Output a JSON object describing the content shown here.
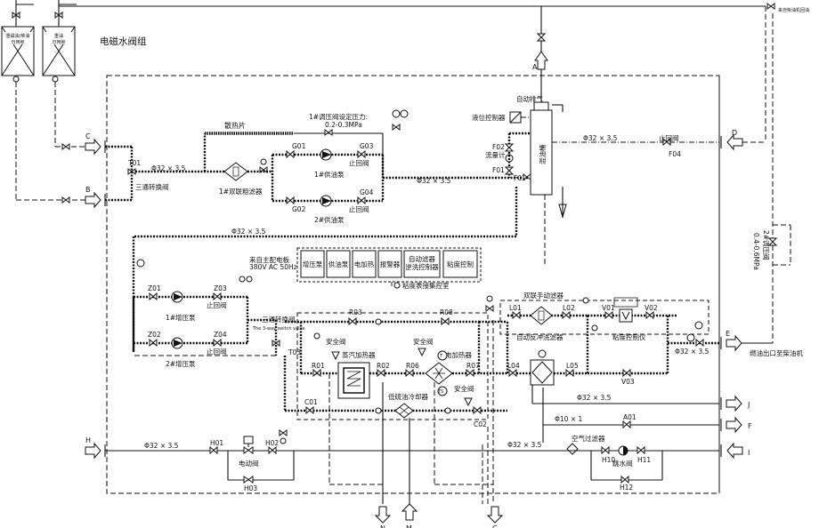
{
  "title": "电磁水阀组",
  "tanks": [
    {
      "label_1": "重磁油/柴油",
      "label_2": "日用舱"
    },
    {
      "label_1": "重油",
      "label_2": "日用舱"
    }
  ],
  "ports": {
    "A": "A",
    "B": "B",
    "C": "C",
    "D": "D",
    "E": "E",
    "F": "F",
    "G": "G",
    "H": "H",
    "I": "I",
    "J": "J",
    "M": "M",
    "N": "N"
  },
  "pipe_spec": "Φ32 × 3.5",
  "pipe_spec_small": "Φ10 × 1",
  "top_section": {
    "radiator": "散热片",
    "relief_valve": "1#调压阀设定压力:",
    "relief_value": "0.2-0.3MPa",
    "t01": "T01",
    "three_way": "三通转换阀",
    "filter": "1#双联粗滤器",
    "g01": "G01",
    "g02": "G02",
    "g03": "G03",
    "g04": "G04",
    "pump1": "1#供油泵",
    "pump2": "2#供油泵",
    "check": "止回阀",
    "auto_vent": "自动排气",
    "level_ctrl": "液位控制器",
    "f01": "F01",
    "f02": "F02",
    "f03": "F03",
    "f04": "F04",
    "flowmeter": "流量计",
    "mix_tank": "混油桶",
    "return_valve": "止回阀",
    "diesel_return": "来自柴油机回油"
  },
  "adjust_valve": {
    "label": "2#调压阀",
    "value": "0.4-0.6MPa"
  },
  "control": {
    "power_1": "来自主配电板",
    "power_2": "380V AC 50Hz",
    "boxes": [
      "增压泵",
      "供油泵",
      "电加热",
      "报警器",
      "自动滤器\n逆洗控制器",
      "粘度控制"
    ],
    "viscosity_box": "粘度表接集控室"
  },
  "booster": {
    "z01": "Z01",
    "z02": "Z02",
    "z03": "Z03",
    "z04": "Z04",
    "pump1": "1#增压泵",
    "pump2": "2#增压泵",
    "check": "止回阀"
  },
  "heating": {
    "three_way_cn": "三通转换阀",
    "three_way_en": "The 3-way switch valve",
    "t03": "T03",
    "r01": "R01",
    "r02": "R02",
    "r03": "R03",
    "r06": "R06",
    "r07": "R07",
    "r08": "R08",
    "safety1": "安全阀",
    "safety2": "安全阀",
    "safety3": "安全阀",
    "steam_heater": "蒸汽加热器",
    "elec_heater": "电加热器",
    "cooler": "低硫油冷却器",
    "c01": "C01",
    "c02": "C02"
  },
  "filters": {
    "dual_manual": "双联手动滤器",
    "auto_back": "自动反冲洗滤器",
    "l01": "L01",
    "l02": "L02",
    "l04": "L04",
    "l05": "L05",
    "v01": "V01",
    "v02": "V02",
    "v03": "V03",
    "viscometer": "粘度控制仪",
    "engine_out": "燃油出口至柴油机"
  },
  "bottom": {
    "a01": "A01",
    "air_filter": "空气过滤器",
    "h01": "H01",
    "h02": "H02",
    "h03": "H03",
    "motor_valve": "电动阀",
    "h10": "H10",
    "h11": "H11",
    "h12": "H12",
    "drain_valve": "跳水阀"
  },
  "inst": {
    "P": "P",
    "T": "T",
    "TS": "TS"
  }
}
